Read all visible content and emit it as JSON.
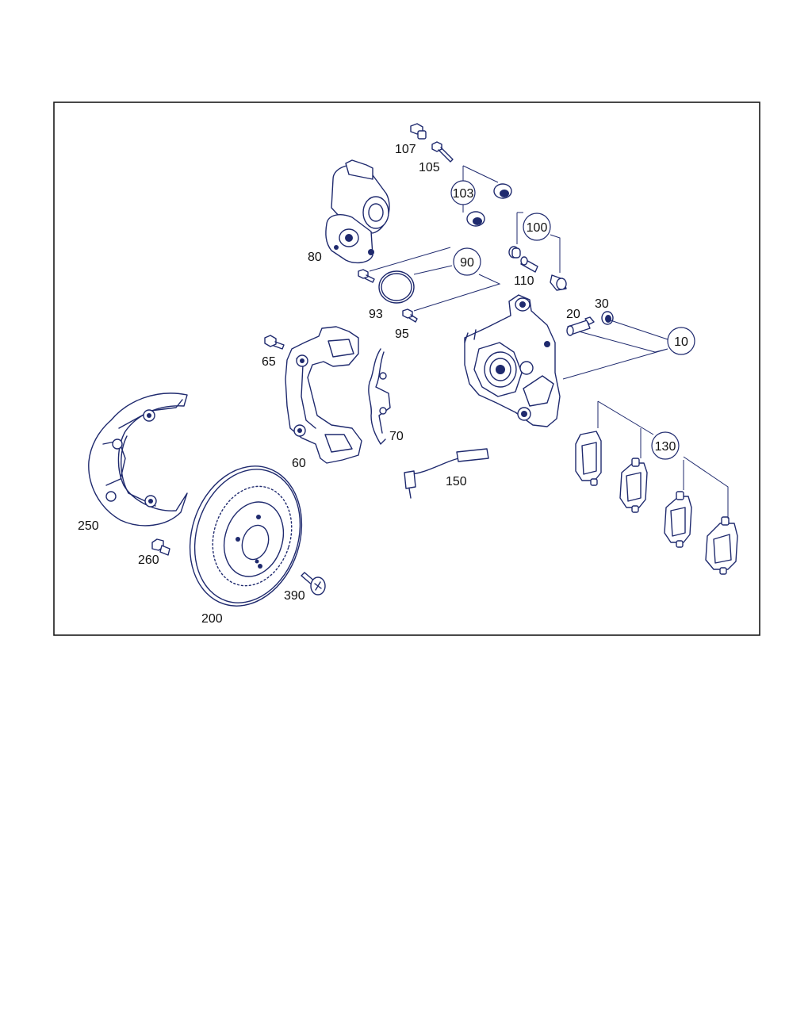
{
  "colors": {
    "line": "#1f2a6e",
    "text": "#111111",
    "frame": "#1a1a1a"
  },
  "labels": {
    "p107": "107",
    "p105": "105",
    "p103": "103",
    "p100": "100",
    "p80": "80",
    "p90": "90",
    "p110": "110",
    "p93": "93",
    "p95": "95",
    "p20": "20",
    "p30": "30",
    "p10": "10",
    "p65": "65",
    "p70": "70",
    "p60": "60",
    "p150": "150",
    "p130": "130",
    "p250": "250",
    "p260": "260",
    "p200": "200",
    "p390": "390"
  }
}
